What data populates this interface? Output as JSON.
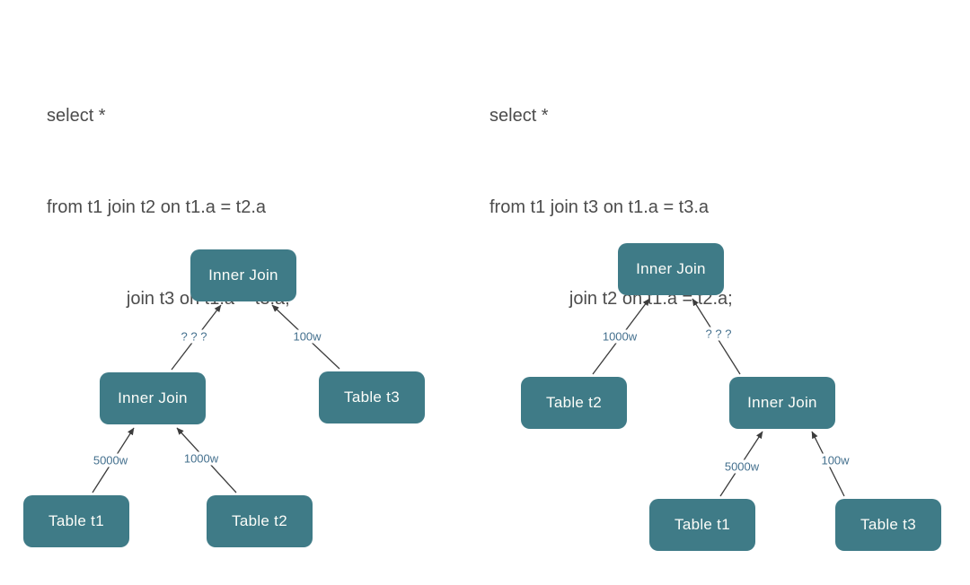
{
  "colors": {
    "node_fill": "#3f7b87",
    "node_text": "#fcfdf9",
    "edge_line": "#3c3c3c",
    "edge_label": "#44708e",
    "sql_text": "#4c4c4c",
    "background": "#ffffff"
  },
  "left_diagram": {
    "sql_lines": [
      "select *",
      "from t1 join t2 on t1.a = t2.a",
      "                join t3 on t1.a = t3.a;"
    ],
    "nodes": [
      {
        "id": "root",
        "label": "Inner Join"
      },
      {
        "id": "join12",
        "label": "Inner Join"
      },
      {
        "id": "t3",
        "label": "Table t3"
      },
      {
        "id": "t1",
        "label": "Table t1"
      },
      {
        "id": "t2",
        "label": "Table t2"
      }
    ],
    "edges": [
      {
        "from": "join12",
        "to": "root",
        "label": "? ? ?"
      },
      {
        "from": "t3",
        "to": "root",
        "label": "100w"
      },
      {
        "from": "t1",
        "to": "join12",
        "label": "5000w"
      },
      {
        "from": "t2",
        "to": "join12",
        "label": "1000w"
      }
    ]
  },
  "right_diagram": {
    "sql_lines": [
      "select *",
      "from t1 join t3 on t1.a = t3.a",
      "                join t2 on t1.a = t2.a;"
    ],
    "nodes": [
      {
        "id": "root",
        "label": "Inner Join"
      },
      {
        "id": "t2",
        "label": "Table t2"
      },
      {
        "id": "join13",
        "label": "Inner Join"
      },
      {
        "id": "t1",
        "label": "Table t1"
      },
      {
        "id": "t3",
        "label": "Table t3"
      }
    ],
    "edges": [
      {
        "from": "t2",
        "to": "root",
        "label": "1000w"
      },
      {
        "from": "join13",
        "to": "root",
        "label": "? ? ?"
      },
      {
        "from": "t1",
        "to": "join13",
        "label": "5000w"
      },
      {
        "from": "t3",
        "to": "join13",
        "label": "100w"
      }
    ]
  }
}
